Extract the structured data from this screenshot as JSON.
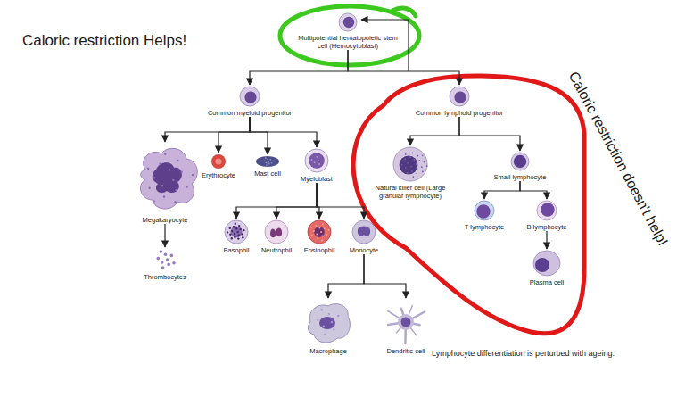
{
  "diagram": {
    "caption": "Lymphocyte differentiation is perturbed with ageing.",
    "nodes": [
      {
        "text": [
          "Multipotential hematopoietic stem cell (Hemocytoblast)"
        ]
      },
      {
        "text": [
          "Common myeloid progenitor"
        ]
      },
      {
        "text": [
          "Common lymphoid progenitor"
        ]
      },
      {
        "text": [
          "Megakaryocyte"
        ]
      },
      {
        "text": [
          "Erythrocyte"
        ]
      },
      {
        "text": [
          "Mast cell"
        ]
      },
      {
        "text": [
          "Myeloblast"
        ]
      },
      {
        "text": [
          "Natural killer cell (Large granular lymphocyte)"
        ]
      },
      {
        "text": [
          "Small lymphocyte"
        ]
      },
      {
        "text": [
          "Thrombocytes"
        ]
      },
      {
        "text": [
          "T lymphocyte"
        ]
      },
      {
        "text": [
          "B lymphocyte"
        ]
      },
      {
        "text": [
          "Basophil"
        ]
      },
      {
        "text": [
          "Neutrophil"
        ]
      },
      {
        "text": [
          "Eosinophil"
        ]
      },
      {
        "text": [
          "Monocyte"
        ]
      },
      {
        "text": [
          "Plasma cell"
        ]
      },
      {
        "text": [
          "Macrophage"
        ]
      },
      {
        "text": [
          "Dendritic cell"
        ]
      }
    ],
    "edges": [
      {
        "from": 0,
        "to": 1,
        "arrow": "to"
      },
      {
        "from": 0,
        "to": 2,
        "arrow": "to"
      },
      {
        "from": 1,
        "to": 3,
        "arrow": "to"
      },
      {
        "from": 1,
        "to": 4,
        "arrow": "to"
      },
      {
        "from": 1,
        "to": 5,
        "arrow": "to"
      },
      {
        "from": 1,
        "to": 6,
        "arrow": "to"
      },
      {
        "from": 2,
        "to": 7,
        "arrow": "to"
      },
      {
        "from": 2,
        "to": 8,
        "arrow": "to"
      },
      {
        "from": 3,
        "to": 9,
        "arrow": "to"
      },
      {
        "from": 8,
        "to": 10,
        "arrow": "to"
      },
      {
        "from": 8,
        "to": 11,
        "arrow": "to"
      },
      {
        "from": 6,
        "to": 12,
        "arrow": "to"
      },
      {
        "from": 6,
        "to": 13,
        "arrow": "to"
      },
      {
        "from": 6,
        "to": 14,
        "arrow": "to"
      },
      {
        "from": 6,
        "to": 15,
        "arrow": "to"
      },
      {
        "from": 11,
        "to": 16,
        "arrow": "to"
      },
      {
        "from": 15,
        "to": 17,
        "arrow": "to"
      },
      {
        "from": 15,
        "to": 18,
        "arrow": "to"
      }
    ],
    "labels": [
      "Caloric restriction Helps!",
      "Caloric restriction doesn't help!"
    ]
  }
}
